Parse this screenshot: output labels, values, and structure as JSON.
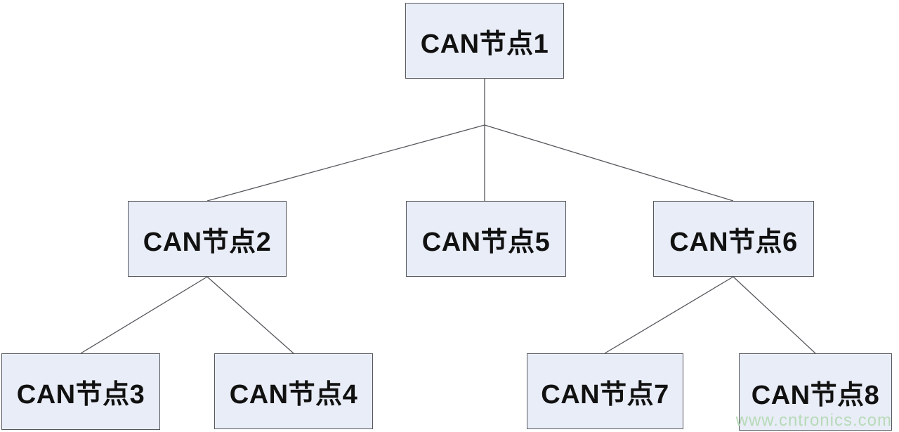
{
  "diagram": {
    "title_implied": "CAN bus node tree",
    "nodes": [
      {
        "id": "node1",
        "label": "CAN节点1",
        "level": 1
      },
      {
        "id": "node2",
        "label": "CAN节点2",
        "level": 2
      },
      {
        "id": "node3",
        "label": "CAN节点3",
        "level": 3
      },
      {
        "id": "node4",
        "label": "CAN节点4",
        "level": 3
      },
      {
        "id": "node5",
        "label": "CAN节点5",
        "level": 2
      },
      {
        "id": "node6",
        "label": "CAN节点6",
        "level": 2
      },
      {
        "id": "node7",
        "label": "CAN节点7",
        "level": 3
      },
      {
        "id": "node8",
        "label": "CAN节点8",
        "level": 3
      }
    ],
    "edges": [
      {
        "from": "node1",
        "to": "node2"
      },
      {
        "from": "node1",
        "to": "node5"
      },
      {
        "from": "node1",
        "to": "node6"
      },
      {
        "from": "node2",
        "to": "node3"
      },
      {
        "from": "node2",
        "to": "node4"
      },
      {
        "from": "node6",
        "to": "node7"
      },
      {
        "from": "node6",
        "to": "node8"
      }
    ],
    "colors": {
      "node_fill": "#e9edf7",
      "node_border": "#55575c",
      "line_color": "#55575c",
      "text_color": "#111111",
      "watermark_color": "#b7dab8",
      "bg_color": "#ffffff"
    }
  },
  "watermark": {
    "text": "www.cntronics.com"
  }
}
